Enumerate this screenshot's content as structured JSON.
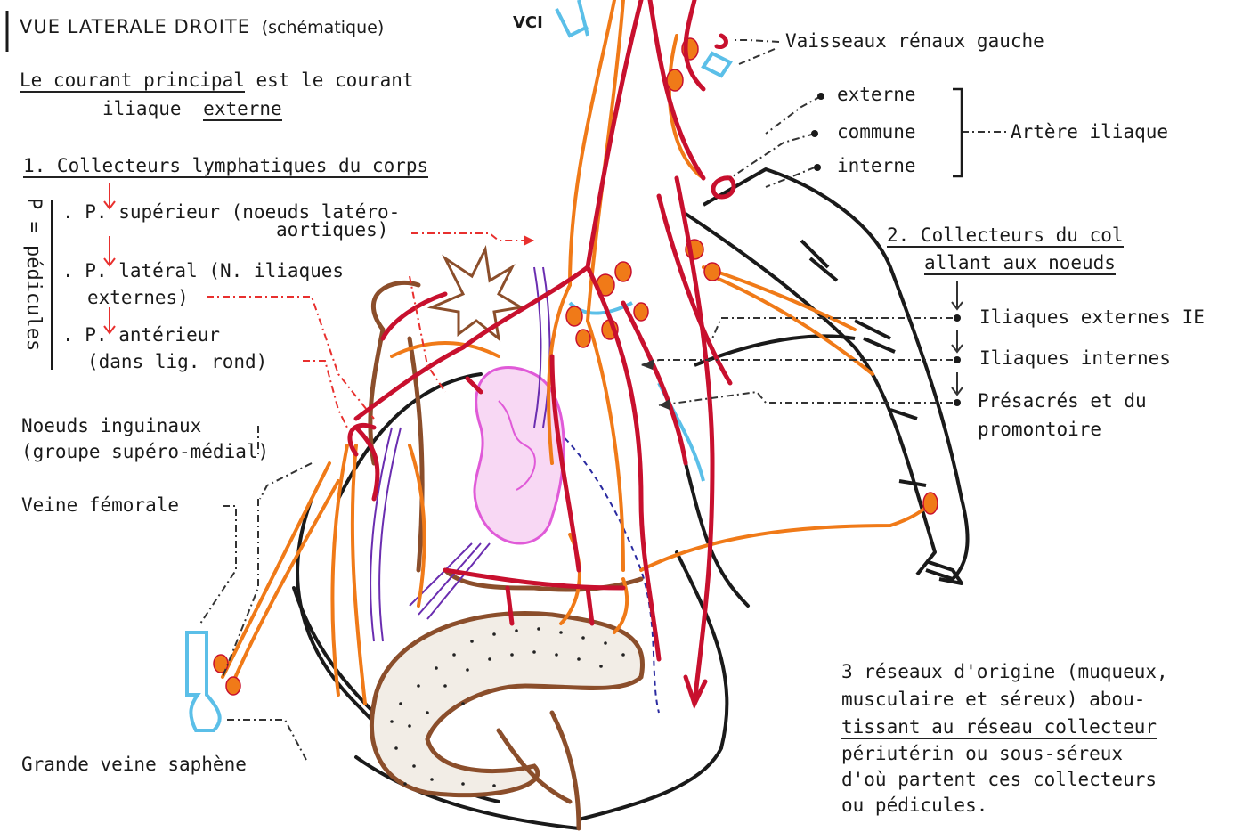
{
  "header": {
    "title": "VUE LATERALE DROITE",
    "subtitle": "(schématique)"
  },
  "intro": {
    "line1a": "Le courant principal",
    "line1b": "est le courant",
    "line2a": "iliaque",
    "line2b": "externe"
  },
  "section1": {
    "heading": "1. Collecteurs lymphatiques du corps",
    "side_label": "P = pédicules",
    "items": [
      {
        "line1": ". P. supérieur (noeuds latéro-",
        "line2": "aortiques)"
      },
      {
        "line1": ". P. latéral (N. iliaques",
        "line2": "externes)"
      },
      {
        "line1": ". P. antérieur",
        "line2": "(dans lig. rond)"
      }
    ]
  },
  "left_labels": {
    "inguinal_1": "Noeuds inguinaux",
    "inguinal_2": "(groupe supéro-médial)",
    "femoral_vein": "Veine fémorale",
    "great_saphenous": "Grande veine saphène"
  },
  "top_labels": {
    "vci": "VCI",
    "renal_vessels": "Vaisseaux rénaux gauche"
  },
  "iliac_artery": {
    "label": "Artère iliaque",
    "branches": [
      "externe",
      "commune",
      "interne"
    ]
  },
  "section2": {
    "line1": "2. Collecteurs du col",
    "line2": "allant aux noeuds",
    "nodes": [
      "Iliaques externes IE",
      "Iliaques internes",
      "Présacrés et du",
      "promontoire"
    ]
  },
  "note": {
    "lines": [
      "3 réseaux d'origine (muqueux,",
      "musculaire et séreux) abou-",
      "tissant au réseau collecteur",
      "périutérin ou sous-séreux",
      "d'où partent ces collecteurs",
      "ou pédicules."
    ]
  },
  "colors": {
    "artery": "#c8102e",
    "lymph": "#f07a18",
    "vein": "#5bbfe8",
    "ligament": "#8b4e2b",
    "nerve": "#6a2db0",
    "ovary": "#e05ad8",
    "ink": "#1a1a1a",
    "dash": "#333333"
  }
}
